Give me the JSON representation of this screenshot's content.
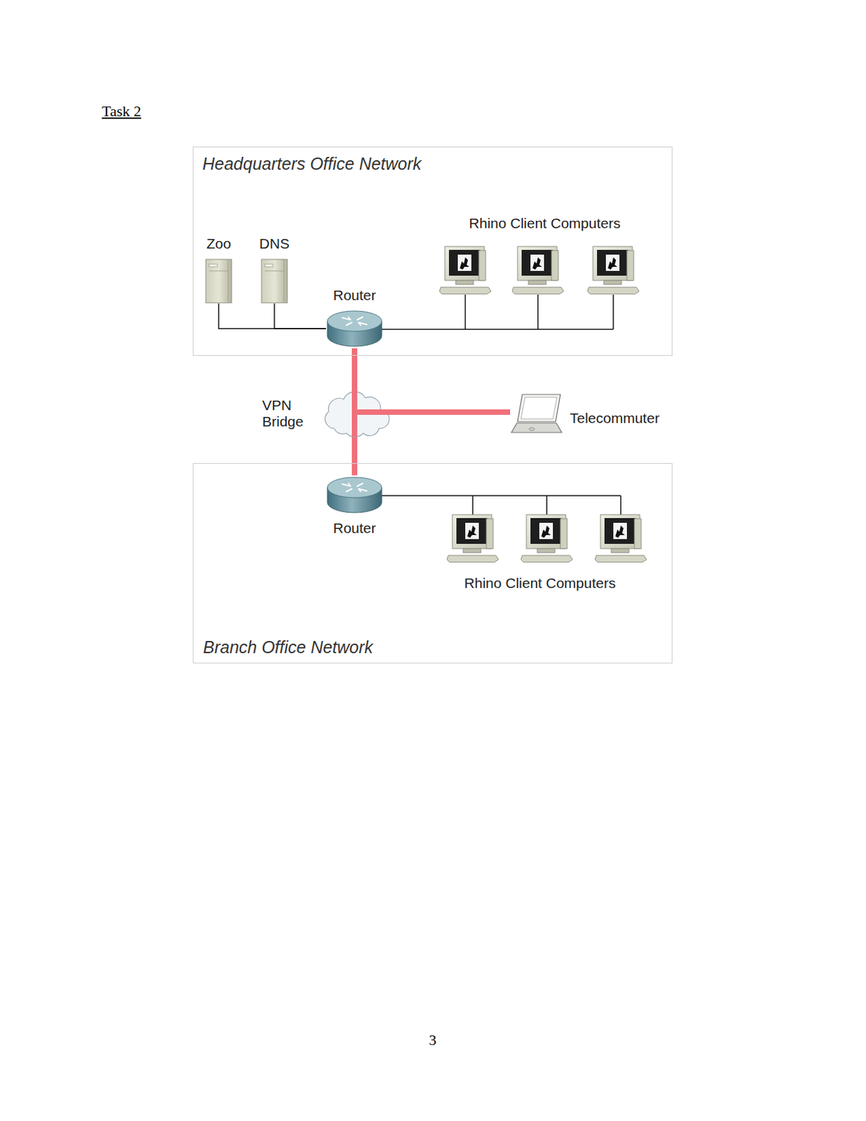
{
  "diagram": {
    "title": "Task 2",
    "nodes": [
      {
        "text": [
          "Headquarters Office Network"
        ]
      },
      {
        "text": [
          "Zoo"
        ],
        "in": 0
      },
      {
        "text": [
          "DNS"
        ],
        "in": 0
      },
      {
        "text": [
          "Router"
        ],
        "in": 0
      },
      {
        "text": [
          "VPN Bridge"
        ]
      },
      {
        "text": [
          "Telecommuter"
        ]
      },
      {
        "text": [
          "Branch Office Network"
        ]
      },
      {
        "text": [
          "Router"
        ],
        "in": 6
      }
    ],
    "edges": [
      {
        "from": 1,
        "to": 3,
        "arrow": "none"
      },
      {
        "from": 2,
        "to": 3,
        "arrow": "none"
      },
      {
        "from": 3,
        "to": 4,
        "arrow": "none"
      },
      {
        "from": 4,
        "to": 7,
        "arrow": "none"
      },
      {
        "from": 4,
        "to": 5,
        "arrow": "none"
      }
    ],
    "labels": [
      "Rhino Client Computers",
      "Rhino Client Computers",
      "3"
    ]
  }
}
